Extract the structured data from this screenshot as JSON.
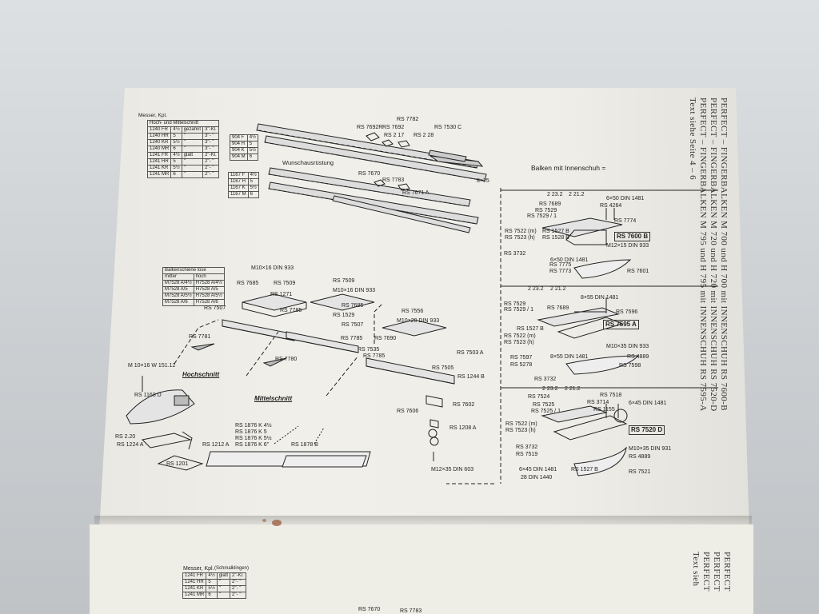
{
  "header_lines": [
    "PERFECT – FINGERBALKEN M 700 und H 700 mit INNENSCHUH RS 7600-B",
    "PERFECT – FINGERBALKEN M 720 und H 720 mit INNENSCHUH RS 7520-D",
    "PERFECT – FINGERBALKEN M 795 und H 795 mit INNENSCHUH RS 7595-A",
    "Text siehe Seite 4 – 6"
  ],
  "page2_header_lines": [
    "PERFECT",
    "PERFECT",
    "PERFECT",
    "Text sieh"
  ],
  "messer": {
    "title": "Messer, Kpl.",
    "subtitle": "Hoch- und Mittelschnitt",
    "rows": [
      [
        "1240 FR",
        "4½",
        "gezahnt",
        "3''-Kl."
      ],
      [
        "1240 HR",
        "5",
        "\"",
        "3''- \""
      ],
      [
        "1240 KR",
        "5½",
        "\"",
        "3''- \""
      ],
      [
        "1240 MR",
        "6",
        "\"",
        "3''- \""
      ],
      [
        "1241 FR",
        "4½",
        "glatt",
        "2''-Kl."
      ],
      [
        "1241 HR",
        "5",
        "\"",
        "2''- \""
      ],
      [
        "1241 KR",
        "5½",
        "\"",
        "2''- \""
      ],
      [
        "1241 MR",
        "6",
        "\"",
        "2''- \""
      ]
    ]
  },
  "knife_904": [
    [
      "904 F",
      "4½"
    ],
    [
      "904 H",
      "5"
    ],
    [
      "904 K",
      "5½"
    ],
    [
      "904 M",
      "6"
    ]
  ],
  "knife_1167": [
    [
      "1167 F",
      "4½"
    ],
    [
      "1167 H",
      "5"
    ],
    [
      "1167 K",
      "5½"
    ],
    [
      "1167 M",
      "6"
    ]
  ],
  "top_labels": {
    "rs7692r": "RS 7692R",
    "rs7692": "RS 7692",
    "rs7782": "RS 7782",
    "rs217": "RS 2 17",
    "rs228": "RS 2 28",
    "rs7530c": "RS 7530 C",
    "dim825": "8×25",
    "wunsch": "Wunschausrüstung",
    "rs7670": "RS 7670",
    "rs7783": "RS 7783",
    "rs7671a": "RS 7671 A"
  },
  "balken": {
    "title": "Balkenschiene lose",
    "head": [
      "mitter",
      "hoch"
    ],
    "rows": [
      [
        "M7528 A/4½",
        "H7528 A/4½"
      ],
      [
        "M7528 A/5",
        "H7528 A/5"
      ],
      [
        "M7528 A/5½",
        "H7528 A/5½"
      ],
      [
        "M7528 A/6",
        "H7528 A/6"
      ]
    ]
  },
  "mid_labels": {
    "m10din933a": "M10×16 DIN 933",
    "rs7685a": "RS 7685",
    "rs7509a": "RS 7509",
    "rs1271": "RS 1271",
    "rs7507a": "RS 7507",
    "rs7785a": "RS 7785",
    "rs7781": "RS 7781",
    "rs7509b": "RS 7509",
    "m10din933b": "M10×16 DIN 933",
    "rs7685b": "RS 7685",
    "rs1529": "RS 1529",
    "rs7507b": "RS 7507",
    "rs7785b": "RS 7785",
    "rs7780": "RS 7780",
    "rs7556": "RS 7556",
    "m10din933c": "M10×20 DIN 933",
    "rs7690": "RS 7690",
    "rs7535": "RS 7535",
    "rs7785c": "RS 7785",
    "rs7503a": "RS 7503 A",
    "rs7505": "RS 7505",
    "rs1244b": "RS 1244 B",
    "m10din": "M 10×16 W 151.12",
    "hochschnitt": "Hochschnitt",
    "mittelschnitt": "Mittelschnitt",
    "rs1168d": "RS 1168 D",
    "rs220": "RS 2.20",
    "rs1224a": "RS 1224 A",
    "rs1212a": "RS 1212 A",
    "rs1201": "RS 1201",
    "rs1876k45": "RS 1876 K 4½",
    "rs1876k5": "RS 1876 K 5",
    "rs1876k55": "RS 1876 K 5½",
    "rs1876k6": "RS 1876 K 6''",
    "rs1878b": "RS 1878 B",
    "rs7602": "RS 7602",
    "rs7606": "RS 7606",
    "rs1208a": "RS 1208 A",
    "m12din603": "M12×35 DIN 603"
  },
  "right_title": "Balken mit Innenschuh =",
  "r1": {
    "l2232": "2 23.2",
    "l2212": "2 21.2",
    "l650": "6×50 DIN 1481",
    "rs4264": "RS 4264",
    "rs7689": "RS 7689",
    "rs7529": "RS 7529",
    "rs75291": "RS 7529 / 1",
    "rs7774": "RS 7774",
    "rs7522m": "RS 7522 (m)",
    "rs7523h": "RS 7523 (h)",
    "rs1527b": "RS 1527 B",
    "rs1528b": "RS 1528 B",
    "rs7600b": "RS 7600 B",
    "m12": "M12×15 DIN 933",
    "rs3732": "RS 3732",
    "l650b": "6×50 DIN 1481",
    "rs7775": "RS 7775",
    "rs7773": "RS 7773",
    "rs7601": "RS 7601"
  },
  "r2": {
    "l2232": "2 23.2",
    "l2212": "2 21.2",
    "l855": "8×55 DIN 1481",
    "rs7529": "RS 7529",
    "rs75291": "RS 7529 / 1",
    "rs7689": "RS 7689",
    "rs7596": "RS 7596",
    "rs1527b": "RS 1527 B",
    "rs7595a": "RS 7595 A",
    "rs7522m": "RS 7522 (m)",
    "rs7523h": "RS 7523 (h)",
    "m10": "M10×35 DIN 933",
    "rs7597": "RS 7597",
    "l855b": "8×55 DIN 1481",
    "rs4889": "RS 4889",
    "rs5278": "RS 5278",
    "rs7598": "RS 7598",
    "rs3732": "RS 3732"
  },
  "r3": {
    "l2232": "2 23.2",
    "l2212": "2 21.2",
    "rs7524": "RS 7524",
    "rs7518": "RS 7518",
    "rs7525": "RS 7525",
    "rs3714": "RS 3714",
    "l645": "6×45 DIN 1481",
    "rs75251": "RS 7525 / 1",
    "rs1155": "RS 1155",
    "rs7522m": "RS 7522 (m)",
    "rs7523h": "RS 7523 (h)",
    "rs7520d": "RS 7520 D",
    "rs3732": "RS 3732",
    "m10": "M10×35 DIN 931",
    "rs7519": "RS 7519",
    "rs4889": "RS 4889",
    "l645b": "6×45 DIN 1481",
    "rs1527b": "RS 1527 B",
    "l28": "28 DIN 1440",
    "rs7521": "RS 7521"
  },
  "bottom": {
    "title": "Messer, Kpl.",
    "title2": "(Schmalklingen)",
    "rows": [
      [
        "1241 FR",
        "4½",
        "glatt",
        "2''-Kl."
      ],
      [
        "1241 HR",
        "5",
        "\"",
        "2''- \""
      ],
      [
        "1241 KR",
        "5½",
        "\"",
        "2''- \""
      ],
      [
        "1241 MR",
        "6",
        "\"",
        "2''- \""
      ]
    ],
    "rs7670": "RS 7670",
    "rs7783": "RS 7783"
  }
}
